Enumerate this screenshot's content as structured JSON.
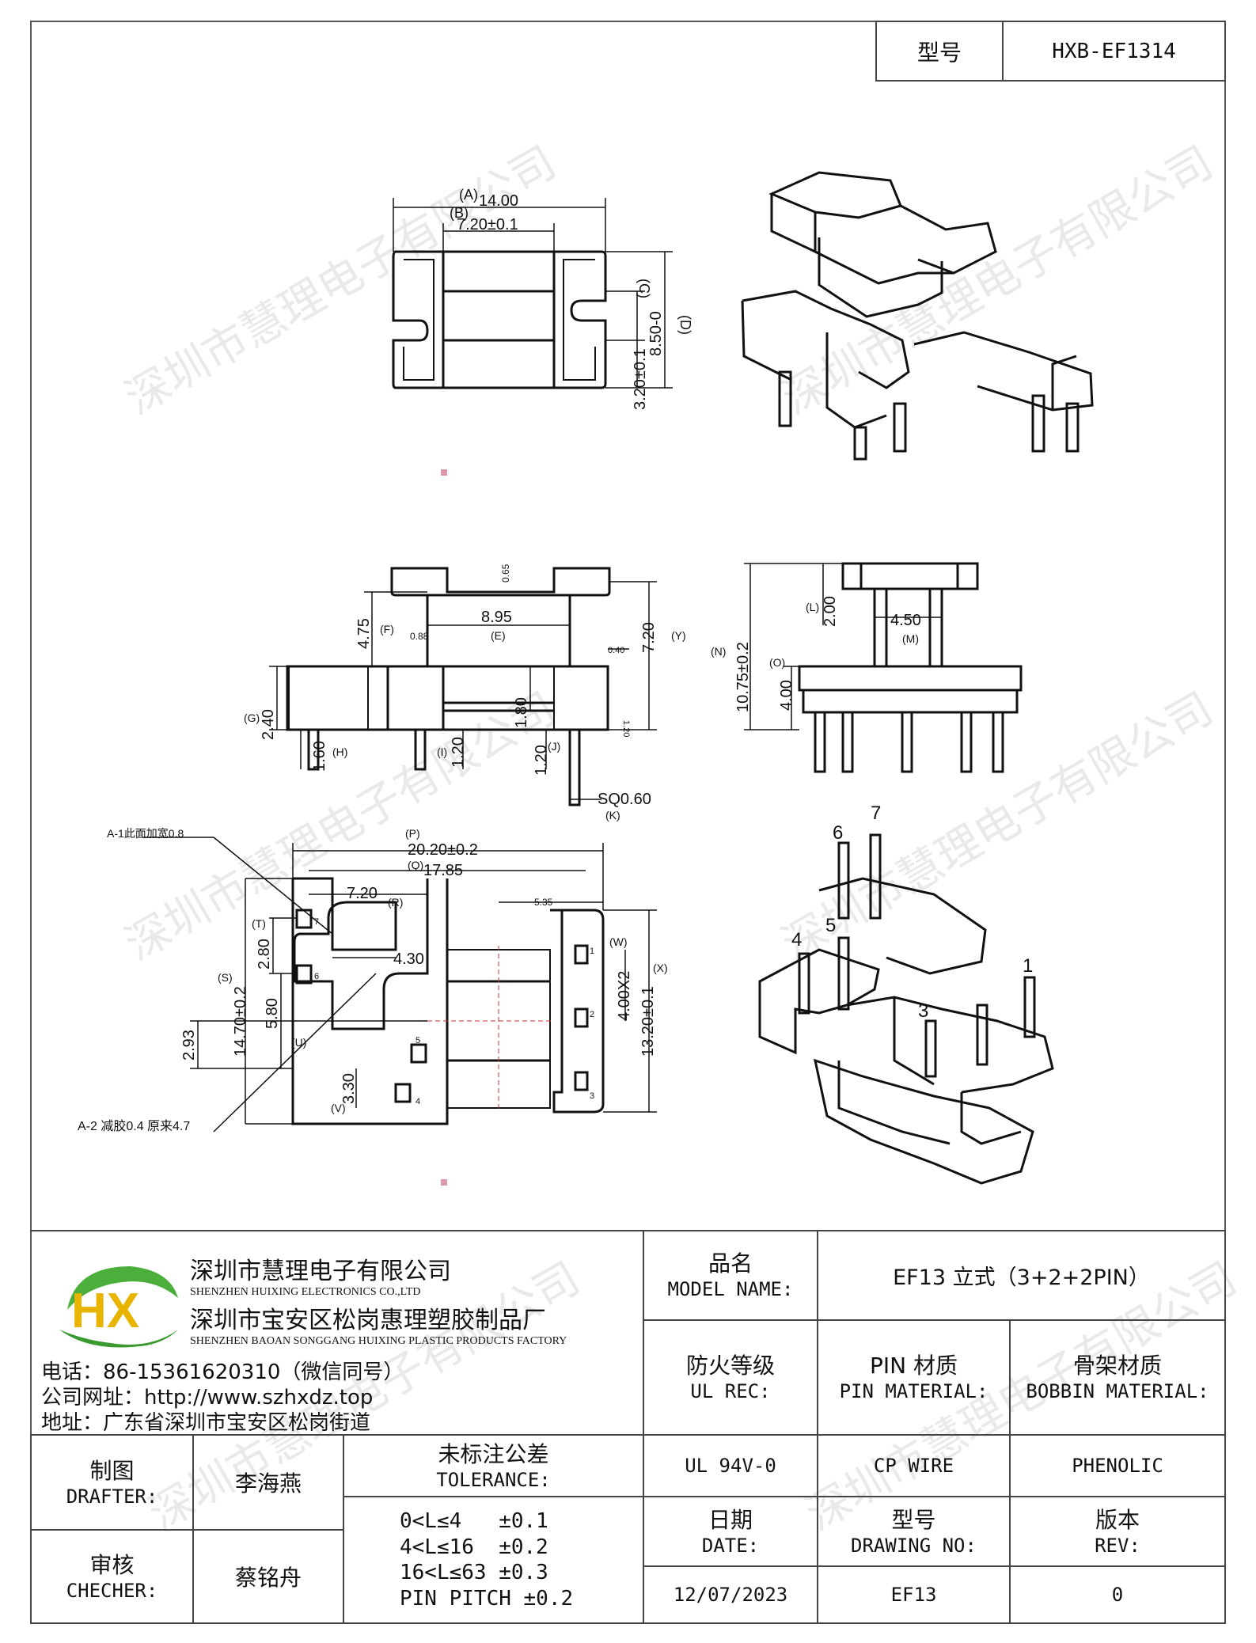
{
  "header": {
    "model_label": "型号",
    "model_value": "HXB-EF1314"
  },
  "watermark": "深圳市慧理电子有限公司",
  "drawings": {
    "top_view": {
      "A_label": "(A)",
      "A_dim": "14.00",
      "B_label": "(B)",
      "B_dim": "7.20±0.1",
      "C_label": "(C)",
      "D_label": "(D)",
      "D_dim": "8.50-0",
      "C_dim": "3.20±0.1"
    },
    "front_view": {
      "t065": "0.65",
      "F_label": "(F)",
      "F_dim": "4.75",
      "t088": "0.88",
      "E_dim": "8.95",
      "E_label": "(E)",
      "Y_dim": "7.20",
      "Y_label": "(Y)",
      "t040": "0.40",
      "G_label": "(G)",
      "G_dim": "2.40",
      "H_dim": "1.60",
      "H_label": "(H)",
      "I_label": "(I)",
      "I_dim": "1.20",
      "d180": "1.80",
      "t120b": "1.20",
      "J_dim": "1.20",
      "J_label": "(J)",
      "K_dim": "SQ0.60",
      "K_label": "(K)"
    },
    "side_view": {
      "N_label": "(N)",
      "N_dim": "10.75±0.2",
      "L_label": "(L)",
      "L_dim": "2.00",
      "M_dim": "4.50",
      "M_label": "(M)",
      "O_label": "(O)",
      "O_dim": "4.00"
    },
    "bottom_view": {
      "A1_note": "A-1此面加宽0.8",
      "P_label": "(P)",
      "P_dim": "20.20±0.2",
      "Q_label": "(Q)",
      "Q_dim": "17.85",
      "R_dim": "7.20",
      "R_label": "(R)",
      "d535": "5.35",
      "T_label": "(T)",
      "T_dim": "2.80",
      "d430": "4.30",
      "W_label": "(W)",
      "X_label": "(X)",
      "d400x2": "4.00X2",
      "X_dim": "13.20±0.1",
      "S_label": "(S)",
      "S_dim": "14.70±0.2",
      "d293": "2.93",
      "U_dim": "5.80",
      "U_label": "(U)",
      "V_dim": "3.30",
      "V_label": "(V)",
      "A2_note": "A-2 减胶0.4 原来4.7",
      "pins": [
        "7",
        "6",
        "5",
        "4",
        "1",
        "2",
        "3"
      ]
    },
    "iso_pins": [
      "6",
      "7",
      "4",
      "5",
      "1",
      "3"
    ]
  },
  "company": {
    "name_cn": "深圳市慧理电子有限公司",
    "name_en": "SHENZHEN HUIXING ELECTRONICS CO.,LTD",
    "factory_cn": "深圳市宝安区松岗惠理塑胶制品厂",
    "factory_en": "SHENZHEN BAOAN SONGGANG HUIXING PLASTIC PRODUCTS FACTORY",
    "phone": "电话：86-15361620310（微信同号）",
    "website": "公司网址：http://www.szhxdz.top",
    "address": "地址：广东省深圳市宝安区松岗街道",
    "logo_letters": "HX"
  },
  "title_block": {
    "model_name_cn": "品名",
    "model_name_en": "MODEL NAME:",
    "model_name_value": "EF13 立式（3+2+2PIN）",
    "ul_cn": "防火等级",
    "ul_en": "UL REC:",
    "pin_mat_cn": "PIN 材质",
    "pin_mat_en": "PIN MATERIAL:",
    "bobbin_cn": "骨架材质",
    "bobbin_en": "BOBBIN MATERIAL:",
    "ul_value": "UL 94V-0",
    "pin_value": "CP WIRE",
    "bobbin_value": "PHENOLIC",
    "drafter_cn": "制图",
    "drafter_en": "DRAFTER:",
    "drafter_value": "李海燕",
    "checker_cn": "审核",
    "checker_en": "CHECHER:",
    "checker_value": "蔡铭舟",
    "tol_cn": "未标注公差",
    "tol_en": "TOLERANCE:",
    "tol_lines": [
      "0<L≤4   ±0.1",
      "4<L≤16  ±0.2",
      "16<L≤63 ±0.3",
      "PIN PITCH ±0.2"
    ],
    "date_cn": "日期",
    "date_en": "DATE:",
    "drawing_no_cn": "型号",
    "drawing_no_en": "DRAWING NO:",
    "rev_cn": "版本",
    "rev_en": "REV:",
    "date_value": "12/07/2023",
    "drawing_no_value": "EF13",
    "rev_value": "0"
  }
}
